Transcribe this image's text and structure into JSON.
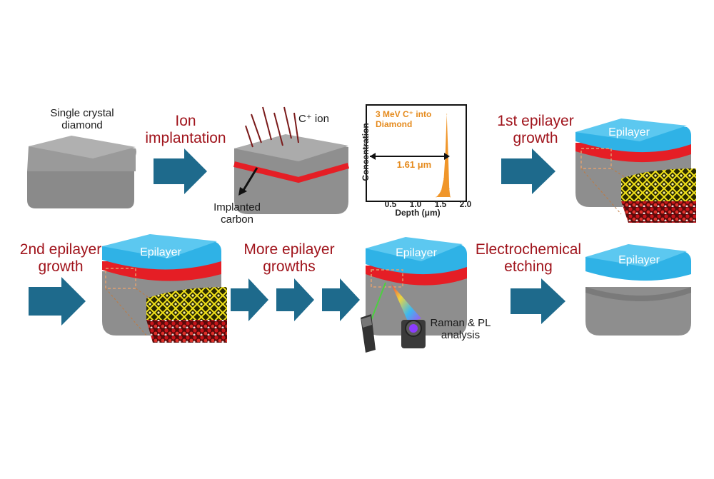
{
  "labels": {
    "single_crystal": "Single crystal diamond",
    "ion_implantation": "Ion implantation",
    "c_ion": "C⁺ ion",
    "implanted_carbon": "Implanted carbon",
    "first_epilayer": "1st epilayer growth",
    "second_epilayer": "2nd epilayer growth",
    "more_epilayer": "More epilayer growths",
    "raman_pl": "Raman & PL analysis",
    "electrochemical": "Electrochemical etching",
    "epilayer": "Epilayer"
  },
  "colors": {
    "diamond": "#8e8e8e",
    "epilayer": "#32b4e8",
    "implanted_layer": "#e51e25",
    "arrow": "#1e6a8c",
    "label_red": "#a0141c",
    "profile": "#f0962a"
  },
  "chart_data": {
    "type": "area",
    "title": "3 MeV C⁺ into Diamond",
    "xlabel": "Depth (μm)",
    "ylabel": "Concentration",
    "xticks": [
      "0.5",
      "1.0",
      "1.5",
      "2.0"
    ],
    "xlim": [
      0,
      2.0
    ],
    "peak_depth": 1.61,
    "annotation": "1.61 μm",
    "x": [
      1.4,
      1.45,
      1.5,
      1.55,
      1.58,
      1.61,
      1.64,
      1.66,
      1.68
    ],
    "y": [
      0.0,
      0.03,
      0.08,
      0.22,
      0.5,
      1.0,
      0.5,
      0.1,
      0.0
    ]
  }
}
